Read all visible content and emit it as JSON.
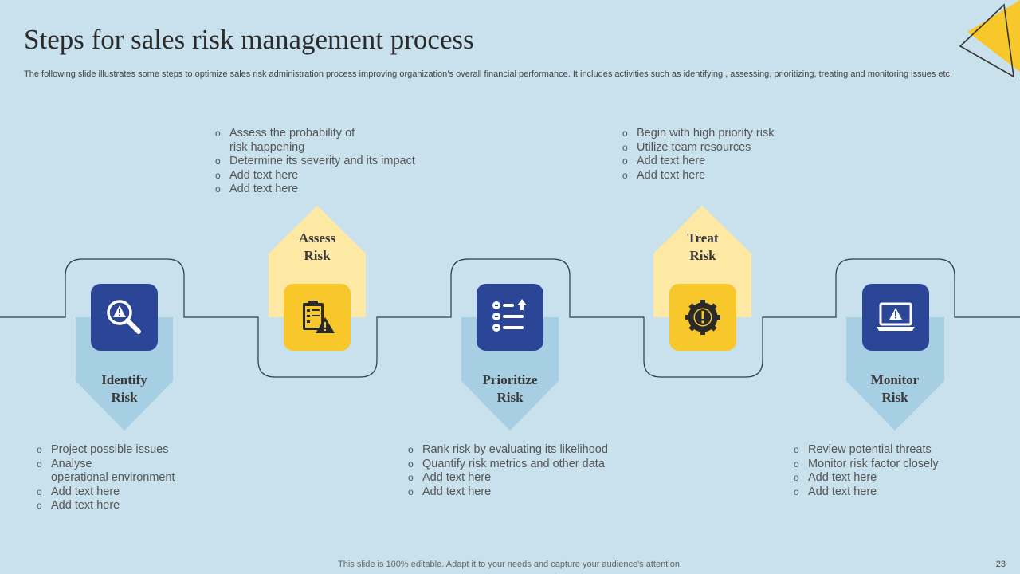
{
  "slide": {
    "title": "Steps for sales risk management process",
    "subtitle": "The following slide illustrates some steps to optimize sales risk administration process improving organization’s overall financial performance. It includes activities such as identifying , assessing, prioritizing, treating and monitoring issues etc.",
    "footer": "This slide is 100% editable. Adapt it to your needs and capture your audience's attention.",
    "page_number": "23"
  },
  "colors": {
    "background": "#c8e1ec",
    "blue": "#2b4597",
    "yellow": "#f8c72b",
    "light_blue": "#a7cfe3",
    "light_yellow": "#fde9a4"
  },
  "steps": [
    {
      "label_1": "Identify",
      "label_2": "Risk",
      "icon": "search-warning-icon",
      "bullets": [
        "Project possible issues",
        "Analyse",
        "operational environment",
        "Add text here",
        "Add text here"
      ]
    },
    {
      "label_1": "Assess",
      "label_2": "Risk",
      "icon": "clipboard-warning-icon",
      "bullets": [
        "Assess the probability of",
        "risk happening",
        "Determine its severity and its impact",
        "Add text here",
        "Add text here"
      ]
    },
    {
      "label_1": "Prioritize",
      "label_2": "Risk",
      "icon": "priority-list-icon",
      "bullets": [
        "Rank risk by evaluating its likelihood",
        "Quantify risk metrics and other data",
        "Add text here",
        "Add text here"
      ]
    },
    {
      "label_1": "Treat",
      "label_2": "Risk",
      "icon": "gear-warning-icon",
      "bullets": [
        "Begin with high priority risk",
        "Utilize team resources",
        "Add text here",
        "Add text here"
      ]
    },
    {
      "label_1": "Monitor",
      "label_2": "Risk",
      "icon": "monitor-warning-icon",
      "bullets": [
        "Review potential threats",
        "Monitor risk factor closely",
        "Add text here",
        "Add text here"
      ]
    }
  ]
}
